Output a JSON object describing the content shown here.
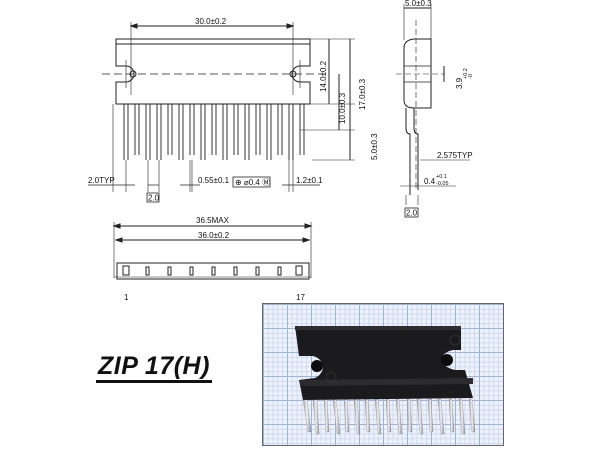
{
  "title": "ZIP 17(H)",
  "front_view": {
    "width_dim": "30.0±0.2",
    "height_dims": [
      "14.0±0.2",
      "10.0±0.3",
      "17.0±0.3",
      "5.0±0.3"
    ],
    "pitch_label": "2.0TYP",
    "pitch_box": "2.0",
    "lead_width": "0.55±0.1",
    "position_tolerance": "⊕ ⌀0.4 Ⓜ",
    "lead_offset": "1.2±0.1"
  },
  "side_view": {
    "thickness_dim": "5.0±0.3",
    "hole_dim": "3.9",
    "hole_tol_plus": "+0.2",
    "hole_tol_minus": "-0",
    "lead_offset_dim": "2.575TYP",
    "lead_thickness": "0.4",
    "lead_tol_plus": "+0.1",
    "lead_tol_minus": "-0.05",
    "pitch_box": "2.0"
  },
  "bottom_view": {
    "max_length": "36.5MAX",
    "length_dim": "36.0±0.2",
    "pin_first": "1",
    "pin_last": "17"
  },
  "photo": {
    "caption": "ZIP17 package photo on graph paper",
    "pin_count": 17
  }
}
